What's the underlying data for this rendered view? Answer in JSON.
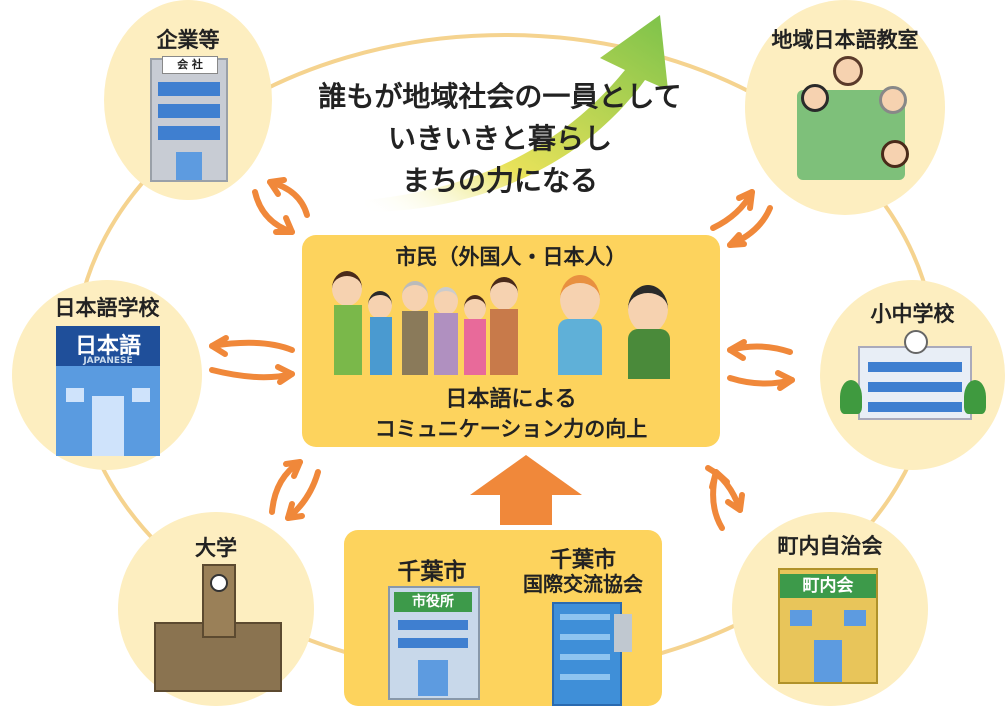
{
  "headline": {
    "line1": "誰もが地域社会の一員として",
    "line2": "いきいきと暮らし",
    "line3": "まちの力になる"
  },
  "center": {
    "title": "市民（外国人・日本人）",
    "line1": "日本語による",
    "line2": "コミュニケーション力の向上"
  },
  "bottom": {
    "city": "千葉市",
    "city_building_sign": "市役所",
    "assoc_line1": "千葉市",
    "assoc_line2": "国際交流協会"
  },
  "nodes": {
    "companies": {
      "label": "企業等",
      "sign": "会 社"
    },
    "community_class": {
      "label": "地域日本語教室"
    },
    "language_school": {
      "label": "日本語学校",
      "sign_main": "日本語",
      "sign_sub": "JAPANESE"
    },
    "schools": {
      "label": "小中学校"
    },
    "university": {
      "label": "大学"
    },
    "neighborhood": {
      "label": "町内自治会",
      "sign": "町内会"
    }
  },
  "colors": {
    "node_fill": "#fdeec0",
    "box_fill": "#fdd35d",
    "arrow": "#f0883a",
    "ring": "#f5d38f"
  }
}
